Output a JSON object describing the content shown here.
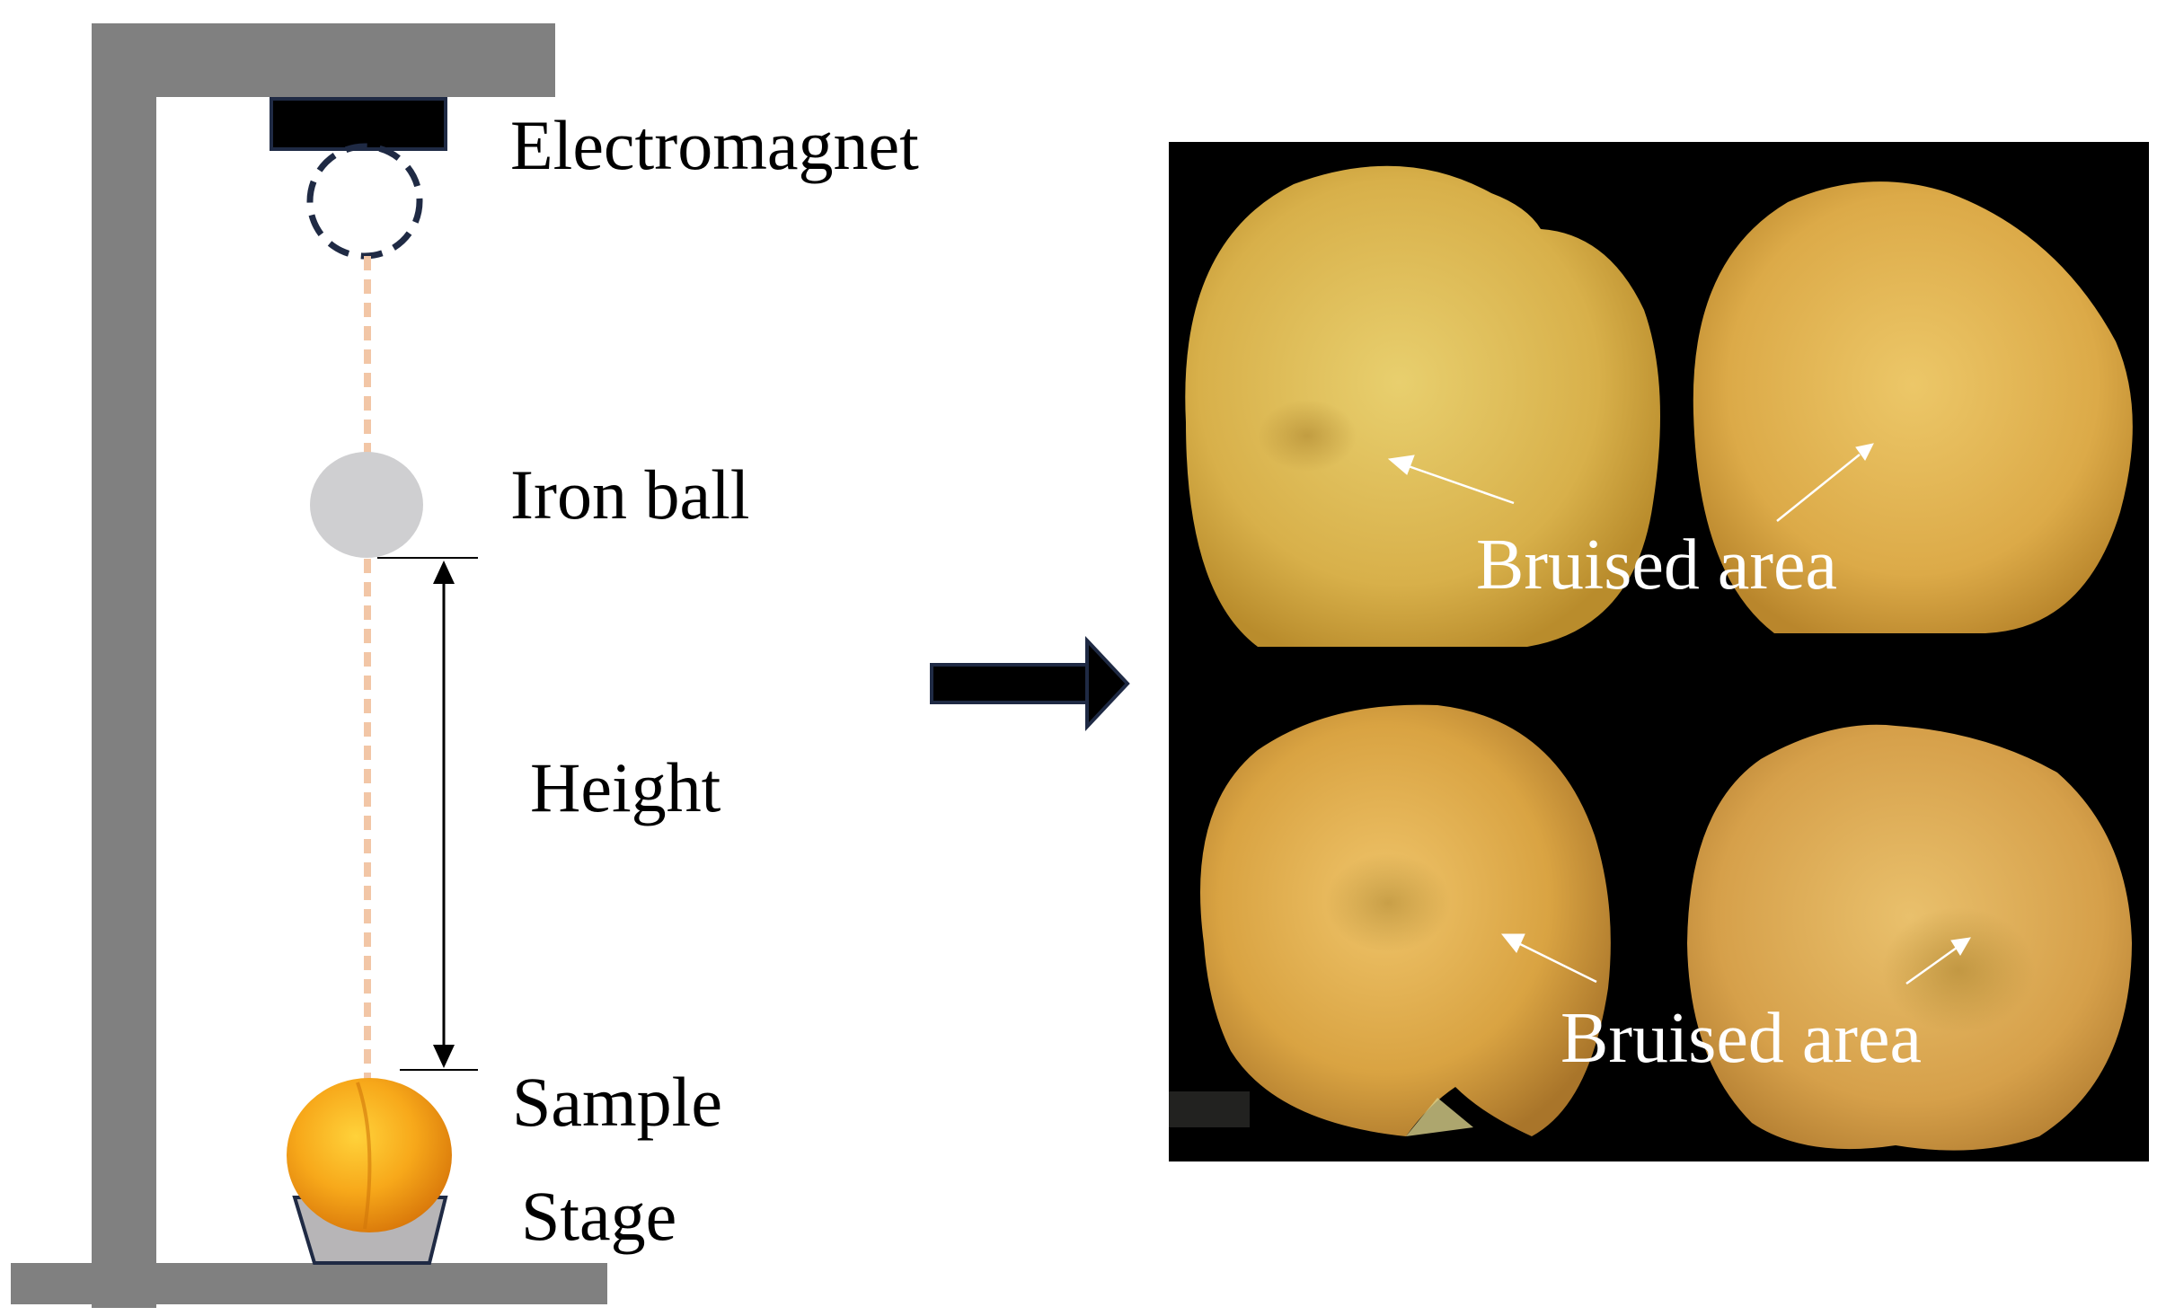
{
  "labels": {
    "electromagnet": "Electromagnet",
    "iron_ball": "Iron ball",
    "height": "Height",
    "sample": "Sample",
    "stage": "Stage",
    "bruised_top": "Bruised area",
    "bruised_bottom": "Bruised area"
  },
  "colors": {
    "frame": "#808080",
    "electromagnet": "#000000",
    "ball_outline": "#1f2a44",
    "iron_ball": "#cfcfd1",
    "drop_path": "#f2c6a6",
    "arrow": "#0d1526",
    "stage_fill": "#b7b5b7",
    "stage_outline": "#1f2a44",
    "photo_background": "#000000",
    "annotation_text": "#ffffff"
  }
}
